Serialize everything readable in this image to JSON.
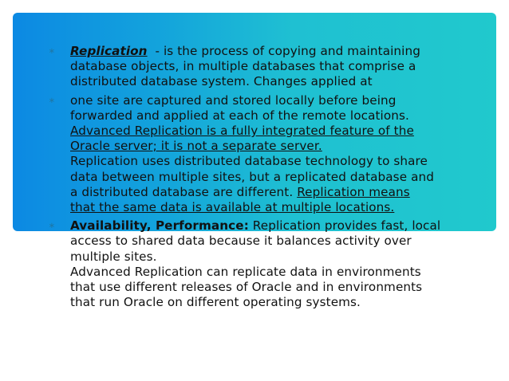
{
  "slide": {
    "bullet_symbol": "∗",
    "bullets": [
      {
        "term": "Replication",
        "lines": [
          "  - is the process of copying and maintaining",
          "database objects, in multiple databases that comprise a",
          "distributed database system. Changes applied at"
        ]
      },
      {
        "lines": [
          "one site are captured and stored locally before being",
          "forwarded and applied at each of the remote locations.",
          "Advanced Replication is a fully integrated feature of the",
          "Oracle server; it is not a separate server.",
          "Replication uses distributed database technology to share",
          "data between multiple sites, but a replicated database and",
          "a distributed database are different. ",
          "Replication means",
          "that the same data is available at multiple locations."
        ]
      },
      {
        "term": "Availability, Performance:",
        "lines": [
          " Replication provides fast, local",
          "access to shared data because it balances activity over",
          "multiple sites.",
          "Advanced Replication can replicate data in environments",
          "that use different releases of Oracle and in environments",
          "that run Oracle on different operating systems."
        ]
      }
    ]
  },
  "colors": {
    "panel_gradient_start": "#0c89e3",
    "panel_gradient_end": "#20c9cd",
    "bullet": "#1e78a8",
    "text": "#111111"
  }
}
